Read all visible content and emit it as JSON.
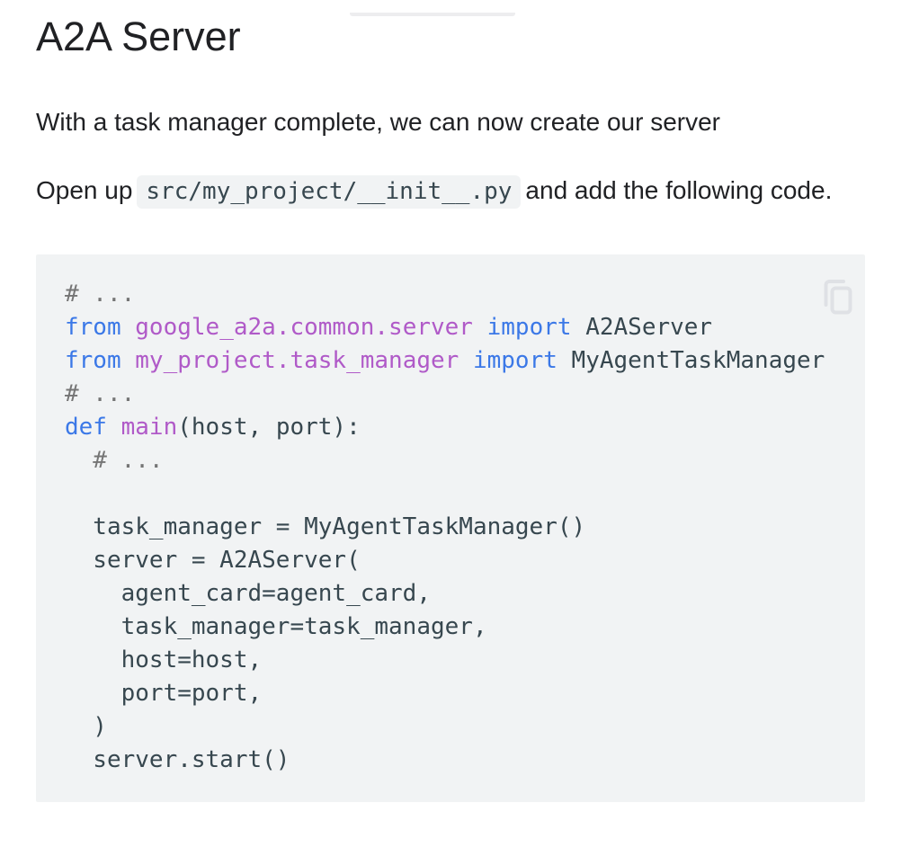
{
  "page": {
    "heading": "A2A Server",
    "intro": "With a task manager complete, we can now create our server",
    "open_paragraph": {
      "before": "Open up",
      "inline_code": "src/my_project/__init__.py",
      "after": "and add the following code."
    }
  },
  "code_block": {
    "language": "python",
    "copy_icon": "copy-icon",
    "lines": [
      [
        [
          "c",
          "# ..."
        ]
      ],
      [
        [
          "k",
          "from"
        ],
        [
          "p",
          " "
        ],
        [
          "t",
          "google_a2a.common.server"
        ],
        [
          "p",
          " "
        ],
        [
          "k",
          "import"
        ],
        [
          "p",
          " A2AServer"
        ]
      ],
      [
        [
          "k",
          "from"
        ],
        [
          "p",
          " "
        ],
        [
          "t",
          "my_project.task_manager"
        ],
        [
          "p",
          " "
        ],
        [
          "k",
          "import"
        ],
        [
          "p",
          " MyAgentTaskManager"
        ]
      ],
      [
        [
          "c",
          "# ..."
        ]
      ],
      [
        [
          "k",
          "def"
        ],
        [
          "p",
          " "
        ],
        [
          "t",
          "main"
        ],
        [
          "p",
          "(host, port):"
        ]
      ],
      [
        [
          "c",
          "  # ..."
        ]
      ],
      [],
      [
        [
          "p",
          "  task_manager = MyAgentTaskManager()"
        ]
      ],
      [
        [
          "p",
          "  server = A2AServer("
        ]
      ],
      [
        [
          "p",
          "    agent_card=agent_card,"
        ]
      ],
      [
        [
          "p",
          "    task_manager=task_manager,"
        ]
      ],
      [
        [
          "p",
          "    host=host,"
        ]
      ],
      [
        [
          "p",
          "    port=port,"
        ]
      ],
      [
        [
          "p",
          "  )"
        ]
      ],
      [
        [
          "p",
          "  server.start()"
        ]
      ]
    ]
  },
  "colors": {
    "body_text": "#202124",
    "code_background": "#f1f3f4",
    "plain_code": "#37474f",
    "keyword": "#3b78e7",
    "name": "#b05ac8",
    "comment": "#757575",
    "copy_icon": "#dfe1e5"
  }
}
